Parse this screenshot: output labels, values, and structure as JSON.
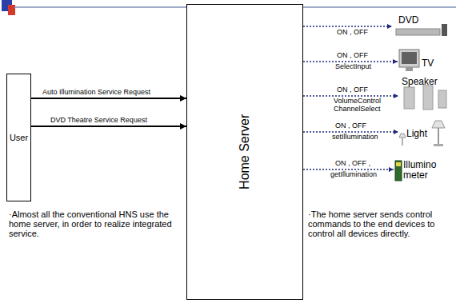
{
  "diagram": {
    "nodes": [
      {
        "text": [
          "User"
        ]
      },
      {
        "text": [
          "Home Server"
        ]
      },
      {
        "text": [
          "DVD"
        ]
      },
      {
        "text": [
          "TV"
        ]
      },
      {
        "text": [
          "Speaker"
        ]
      },
      {
        "text": [
          "Light"
        ]
      },
      {
        "text": [
          "Illumino meter"
        ]
      }
    ],
    "edges": [
      {
        "from": 0,
        "to": 1,
        "label": "Auto Illumination Service Request",
        "arrow": "to"
      },
      {
        "from": 0,
        "to": 1,
        "label": "DVD Theatre Service Request",
        "arrow": "to"
      },
      {
        "from": 1,
        "to": 2,
        "label": "ON , OFF",
        "arrow": "to"
      },
      {
        "from": 1,
        "to": 3,
        "label": "ON , OFF",
        "arrow": "to"
      },
      {
        "from": 1,
        "to": 4,
        "label": "ON , OFF",
        "arrow": "to"
      },
      {
        "from": 1,
        "to": 5,
        "label": "ON , OFF",
        "arrow": "to"
      },
      {
        "from": 1,
        "to": 6,
        "label": "ON , OFF ,",
        "arrow": "to"
      }
    ],
    "labels": [
      "SelectInput",
      "VolumeControl ChannelSelect",
      "setIllumination",
      "getIllumination",
      "·Almost all the conventional HNS use the home server, in order to realize integrated service.",
      "·The home server sends control commands to the end devices to control all devices directly."
    ]
  }
}
